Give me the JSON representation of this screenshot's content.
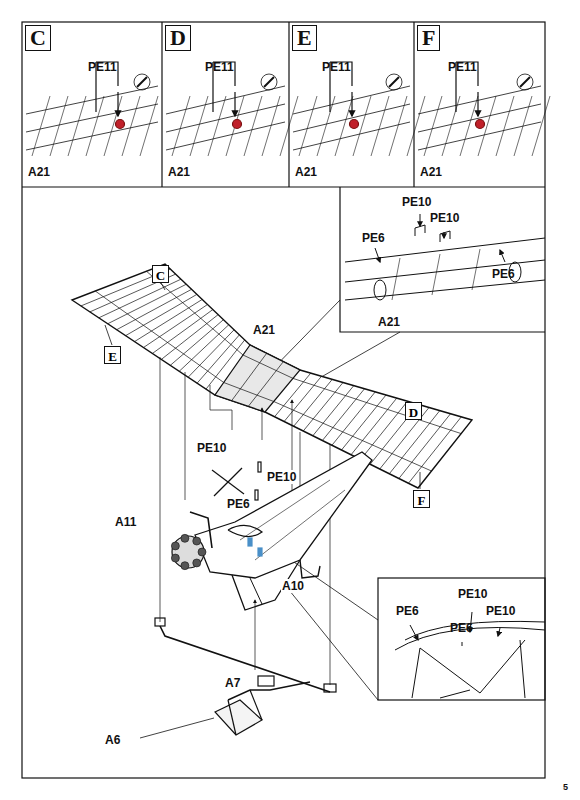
{
  "diagram": {
    "nodes": [
      {
        "text": [
          "C",
          "PE11",
          "A21"
        ]
      },
      {
        "text": [
          "D",
          "PE11",
          "A21"
        ]
      },
      {
        "text": [
          "E",
          "PE11",
          "A21"
        ]
      },
      {
        "text": [
          "F",
          "PE11",
          "A21"
        ]
      },
      {
        "text": [
          "PE10",
          "PE10",
          "PE6",
          "PE6",
          "A21"
        ]
      },
      {
        "text": [
          "C"
        ]
      },
      {
        "text": [
          "E"
        ]
      },
      {
        "text": [
          "D"
        ]
      },
      {
        "text": [
          "F"
        ]
      },
      {
        "text": [
          "PE10",
          "PE6",
          "PE10",
          "PE6"
        ]
      }
    ],
    "labels": [
      "A21",
      "PE10",
      "PE10",
      "PE6",
      "A11",
      "A10",
      "A7",
      "A6",
      "5"
    ]
  }
}
